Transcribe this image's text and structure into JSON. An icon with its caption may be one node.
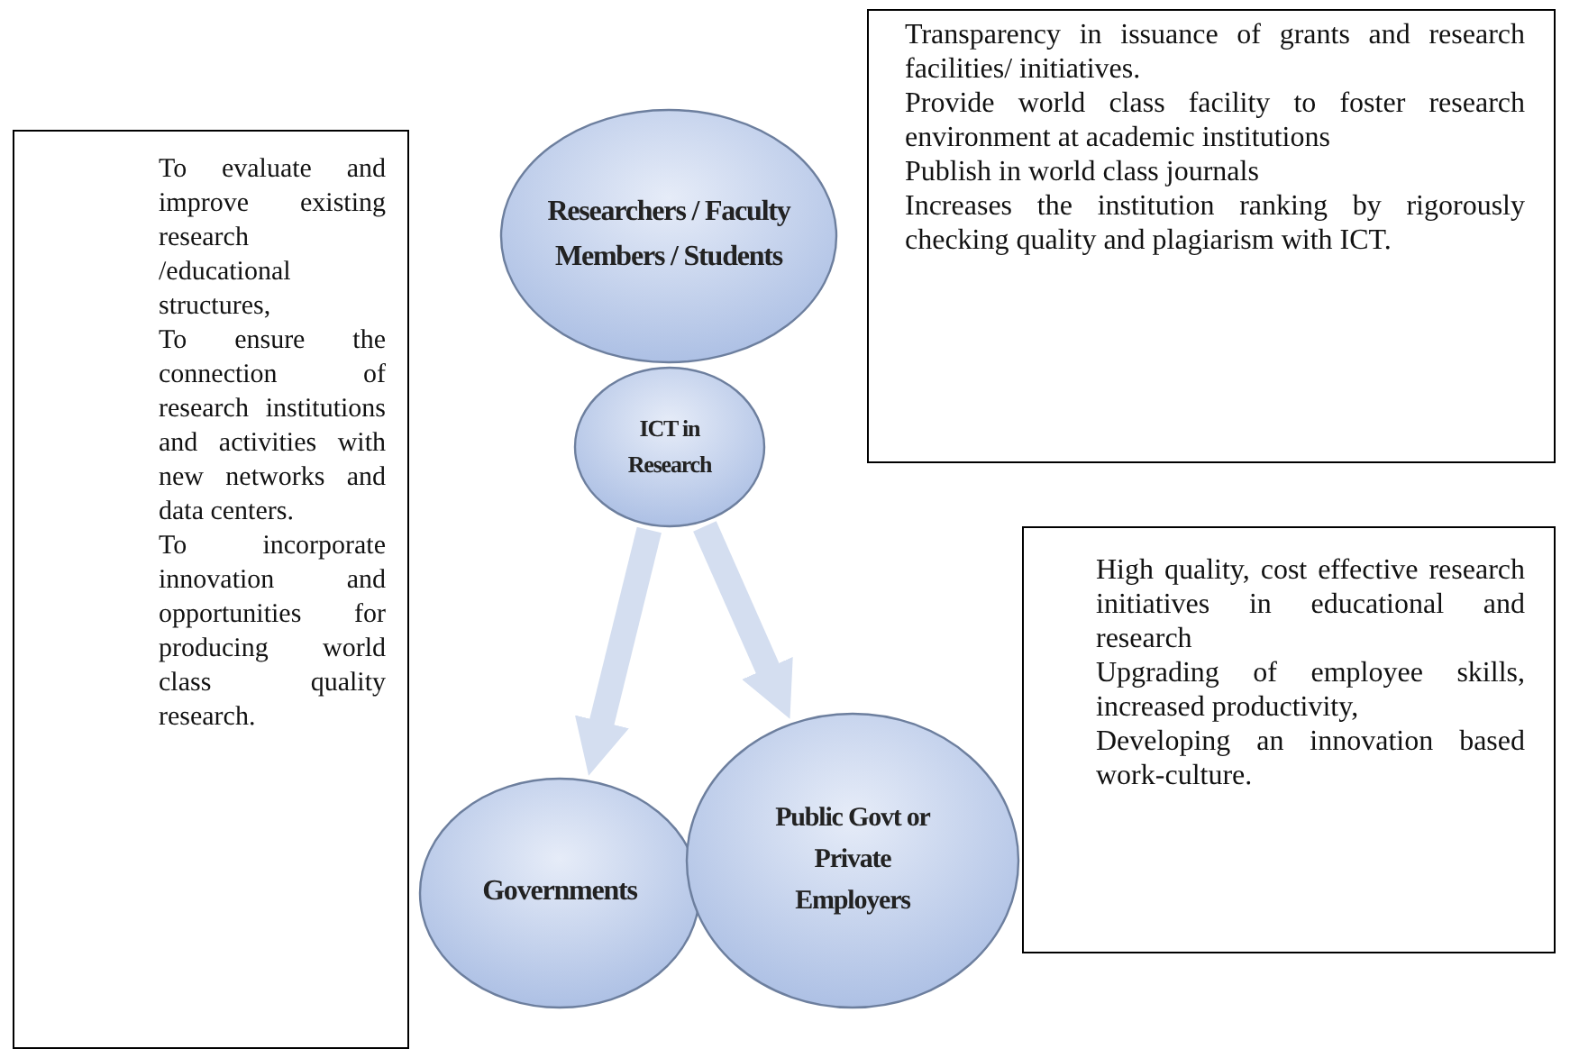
{
  "diagram": {
    "nodes": [
      {
        "text": [
          "To evaluate and improve existing research /educational structures,",
          "To ensure the connection of research institutions and activities with new networks and data centers.",
          "To incorporate innovation and opportunities for producing world class quality research."
        ]
      },
      {
        "text": [
          "Transparency in issuance of grants and research facilities/ initiatives.",
          "Provide world class facility to foster research environment at academic institutions",
          "Publish in world class journals",
          "Increases the institution ranking by rigorously checking quality and plagiarism with ICT."
        ]
      },
      {
        "text": [
          "Researchers / Faculty Members / Students"
        ]
      },
      {
        "text": [
          "ICT in Research"
        ]
      },
      {
        "text": [
          "High quality, cost effective research initiatives in educational and research",
          "Upgrading of employee skills, increased productivity,",
          "Developing an innovation based work-culture."
        ]
      },
      {
        "text": [
          "Governments"
        ]
      },
      {
        "text": [
          "Public Govt or Private Employers"
        ]
      }
    ],
    "edges": [
      {
        "from": 3,
        "to": 5,
        "arrow": "to"
      },
      {
        "from": 3,
        "to": 6,
        "arrow": "to"
      }
    ]
  }
}
